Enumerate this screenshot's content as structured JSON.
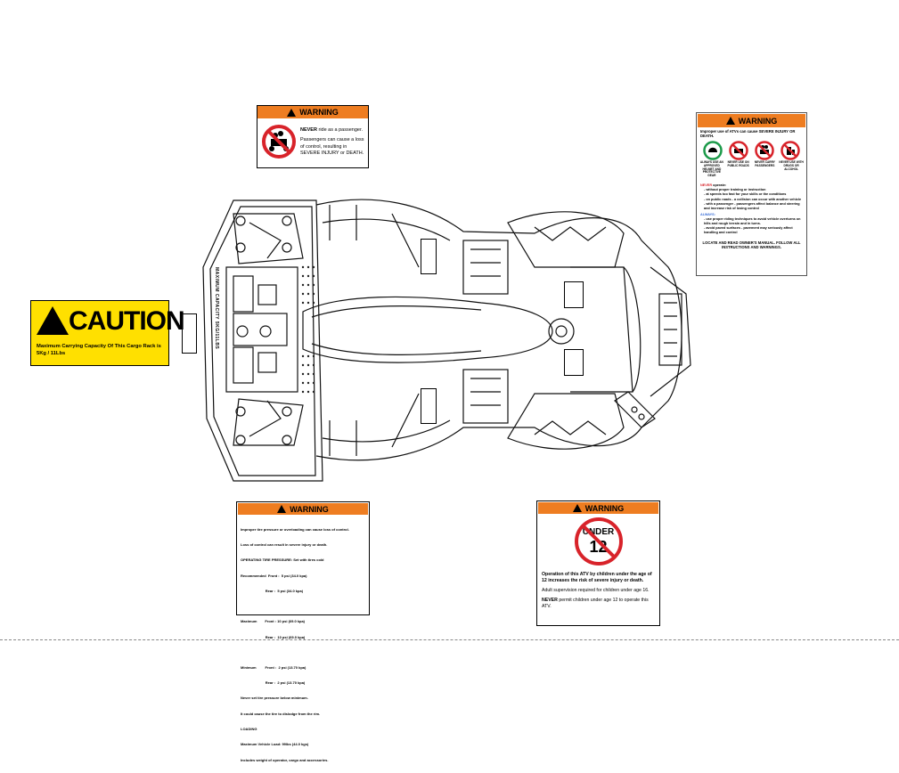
{
  "passenger_warning": {
    "header": "WARNING",
    "line1_bold": "NEVER",
    "line1_rest": " ride as a passenger.",
    "line2": "Passengers can cause a loss of control, resulting in SEVERE INJURY or DEATH."
  },
  "atv_use_warning": {
    "header": "WARNING",
    "intro": "Improper use of ATVs can cause SEVERE INJURY OR DEATH.",
    "icons": [
      {
        "name": "helmet-icon",
        "caption": "ALWAYS USE AN APPROVED HELMET AND PROTECTIVE GEAR"
      },
      {
        "name": "no-public-road-icon",
        "caption": "NEVER USE ON PUBLIC ROADS"
      },
      {
        "name": "no-passenger-icon",
        "caption": "NEVER CARRY PASSENGERS"
      },
      {
        "name": "no-drugs-icon",
        "caption": "NEVER USE WITH DRUGS OR ALCOHOL"
      }
    ],
    "never_title": "NEVER",
    "never_title_rest": " operate:",
    "never_items": [
      "- without proper training or instruction",
      "- at speeds too fast for your skills or the conditions",
      "- on public roads - a collision can occur with another vehicle",
      "- with a passenger - passengers affect balance and steering and increase risk of losing control"
    ],
    "always_title": "ALWAYS:",
    "always_items": [
      "- use proper riding techniques to avoid vehicle overturns on hills and rough terrain and in turns.",
      "- avoid paved surfaces - pavement may seriously affect handling and control"
    ],
    "footer": "LOCATE AND READ OWNER'S MANUAL. FOLLOW ALL INSTRUCTIONS AND WARNINGS."
  },
  "caution_label": {
    "header": "CAUTION",
    "text": "Maximum Carrying Capacity Of This Cargo Rack is 5Kg / 11Lbs"
  },
  "tire_warning": {
    "header": "WARNING",
    "lines": [
      "Improper tire pressure or overloading can cause loss of control.",
      "Loss of control can result in severe injury or death.",
      "OPERATING TIRE PRESSURE: Set with tires cold",
      "Recommended  Front :  5 psi (34.0 kpa)",
      "                         Rear :  5 psi (34.0 kpa)",
      "",
      "Maximum        Front : 10 psi (69.0 kpa)",
      "                         Rear :  10 psi (69.0 kpa)",
      "",
      "Minimum         Front :  2 psi (13.70 kpa)",
      "                         Rear :  2 psi (13.70 kpa)",
      "Never set tire pressure below minimum.",
      "It could cause the tire to dislodge from the rim.",
      "LOADING",
      "Maximum Vehicle Load: 99lbs (44.0 kgs)",
      "Includes weight of operator, cargo and accessories."
    ]
  },
  "age_warning": {
    "header": "WARNING",
    "sign_top": "UNDER",
    "sign_num": "12",
    "bold_text": "Operation of this ATV by children under the age of 12 increases the risk of severe injury or death.",
    "supervision": "Adult supervision required for children under age 16.",
    "never_bold": "NEVER",
    "never_rest": " permit children under age 12 to operate this ATV."
  },
  "rack_text": "MAXIMUM CAPACITY 5KG/11LBS",
  "colors": {
    "warning_orange": "#ee7d21",
    "caution_yellow": "#ffe000",
    "prohibition_red": "#d8232a"
  }
}
